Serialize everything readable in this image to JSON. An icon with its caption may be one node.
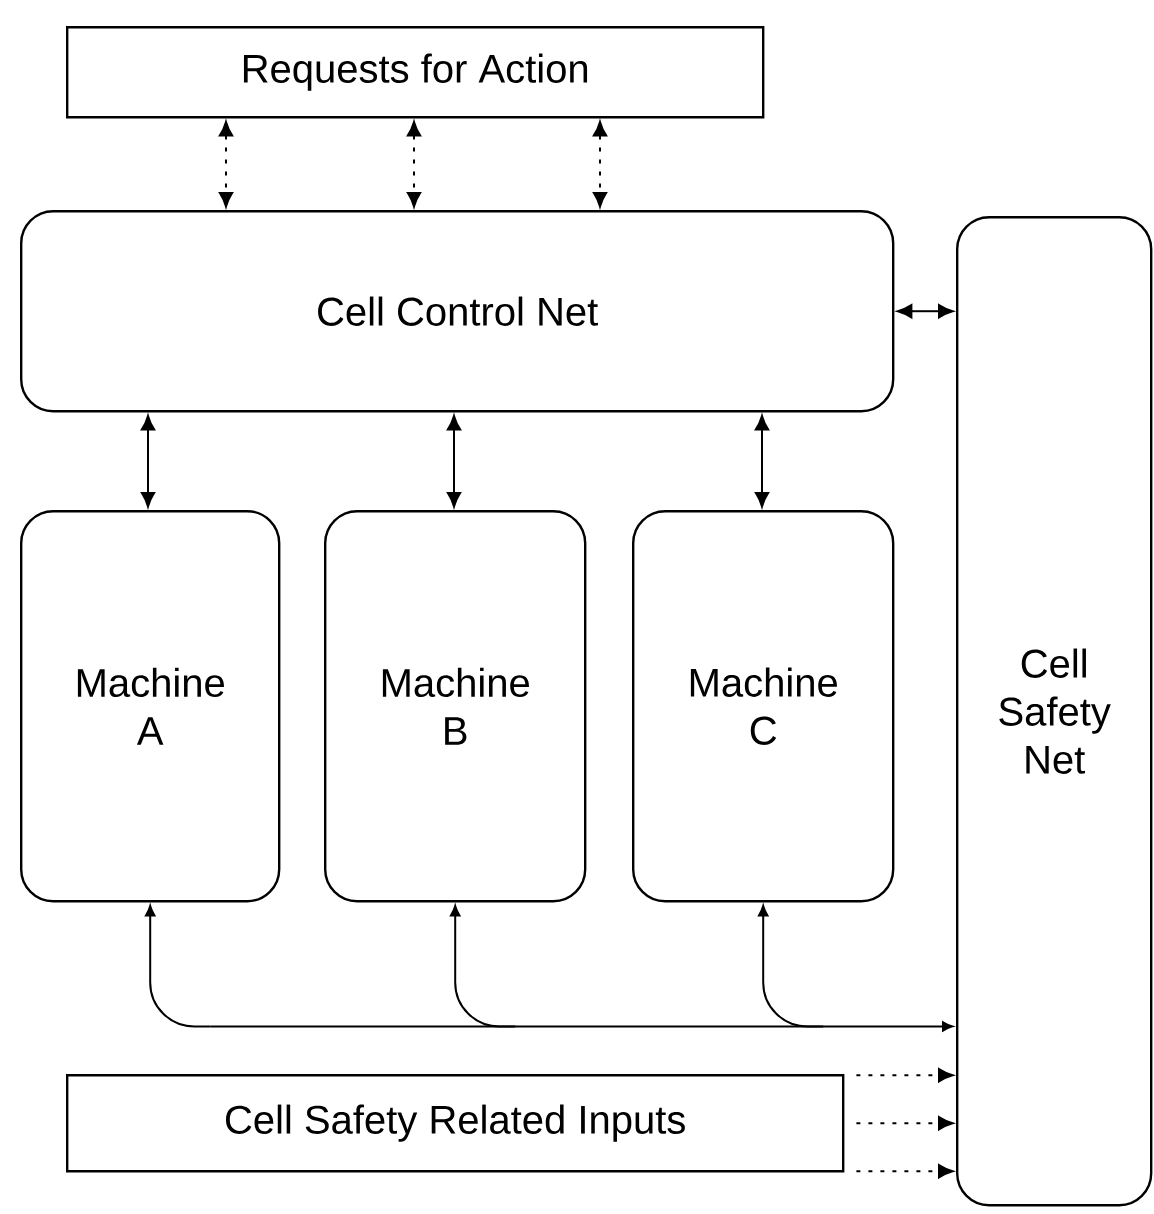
{
  "diagram": {
    "nodes": [
      {
        "text": [
          "Requests for Action"
        ]
      },
      {
        "text": [
          "Cell Control Net"
        ]
      },
      {
        "text": [
          "Cell Safety Net"
        ]
      },
      {
        "text": [
          "Machine A"
        ]
      },
      {
        "text": [
          "Machine B"
        ]
      },
      {
        "text": [
          "Machine C"
        ]
      },
      {
        "text": [
          "Cell Safety Related Inputs"
        ]
      }
    ],
    "edges": [
      {
        "from": 0,
        "to": 1,
        "arrow": "both",
        "style": "dashed"
      },
      {
        "from": 0,
        "to": 1,
        "arrow": "both",
        "style": "dashed"
      },
      {
        "from": 0,
        "to": 1,
        "arrow": "both",
        "style": "dashed"
      },
      {
        "from": 1,
        "to": 2,
        "arrow": "both"
      },
      {
        "from": 1,
        "to": 3,
        "arrow": "both"
      },
      {
        "from": 1,
        "to": 4,
        "arrow": "both"
      },
      {
        "from": 1,
        "to": 5,
        "arrow": "both"
      },
      {
        "from": 2,
        "to": 3,
        "arrow": "both"
      },
      {
        "from": 2,
        "to": 4,
        "arrow": "both"
      },
      {
        "from": 2,
        "to": 5,
        "arrow": "both"
      },
      {
        "from": 6,
        "to": 2,
        "arrow": "to",
        "style": "dashed"
      },
      {
        "from": 6,
        "to": 2,
        "arrow": "to",
        "style": "dashed"
      },
      {
        "from": 6,
        "to": 2,
        "arrow": "to",
        "style": "dashed"
      }
    ]
  }
}
